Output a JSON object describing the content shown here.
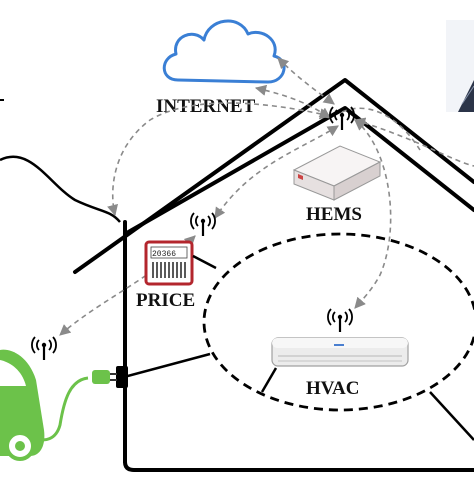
{
  "labels": {
    "internet": "INTERNET",
    "hems": "HEMS",
    "price": "PRICE",
    "hvac": "HVAC",
    "meter_reading": "20366"
  },
  "colors": {
    "cloud_stroke": "#3a7fd5",
    "cloud_fill": "#ffffff",
    "car_green": "#6cc24a",
    "meter_red": "#b3262d",
    "house_stroke": "#000000",
    "link_dash": "#8a8a8a"
  },
  "icons": {
    "cloud": "cloud-icon",
    "antenna": "wireless-antenna-icon",
    "router": "hems-router-icon",
    "meter": "smart-meter-icon",
    "hvac": "air-conditioner-icon",
    "car": "electric-car-icon",
    "plug": "charging-plug-icon",
    "solar": "solar-panel-icon"
  }
}
